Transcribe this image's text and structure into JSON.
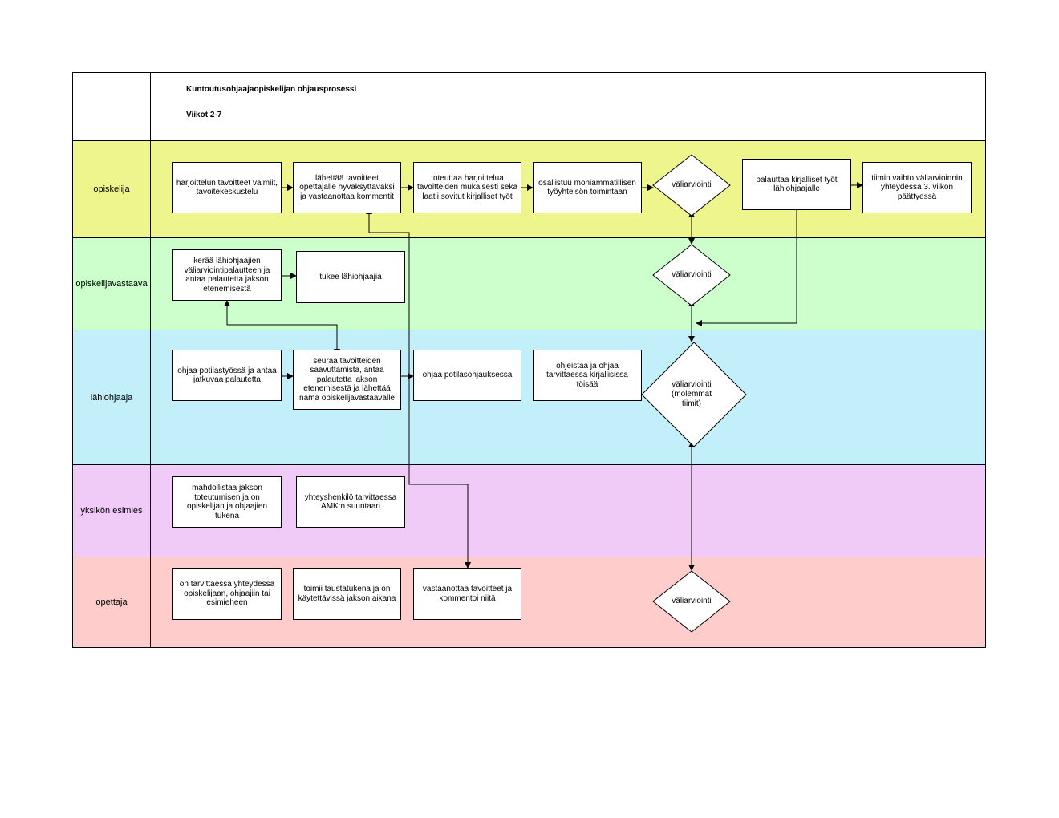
{
  "diagram": {
    "title": "Kuntoutusohjaajaopiskelijan ohjausprosessi",
    "subtitle": "Viikot 2-7",
    "lanes": [
      {
        "id": "opiskelija",
        "label": "opiskelija",
        "color": "#EEF58C"
      },
      {
        "id": "opiskelijavastaava",
        "label": "opiskelijavastaava",
        "color": "#CCFFCC"
      },
      {
        "id": "lahiohjaaja",
        "label": "lähiohjaaja",
        "color": "#C3EFFB"
      },
      {
        "id": "yksikon_esimies",
        "label": "yksikön esimies",
        "color": "#F1CBF8"
      },
      {
        "id": "opettaja",
        "label": "opettaja",
        "color": "#FFCCCC"
      }
    ],
    "boxes": {
      "op1": "harjoittelun tavoitteet valmiit, tavoitekeskustelu",
      "op2": "lähettää tavoitteet opettajalle hyväksyttäväksi ja vastaanottaa kommentit",
      "op3": "toteuttaa harjoittelua tavoitteiden mukaisesti sekä laatii sovitut kirjalliset työt",
      "op4": "osallistuu moniammatillisen työyhteisön toimintaan",
      "op5": "palauttaa kirjalliset työt lähiohjaajalle",
      "op6": "tiimin vaihto väliarvioinnin yhteydessä 3. viikon päättyessä",
      "ov1": "kerää lähiohjaajien väliarviointipalautteen ja antaa palautetta jakson etenemisestä",
      "ov2": "tukee lähiohjaajia",
      "lo1": "ohjaa potilastyössä ja antaa jatkuvaa palautetta",
      "lo2": "seuraa tavoitteiden saavuttamista, antaa palautetta jakson etenemisestä ja lähettää nämä opiskelijavastaavalle",
      "lo3": "ohjaa potilasohjauksessa",
      "lo4": "ohjeistaa ja ohjaa tarvittaessa kirjallisissa töisää",
      "ye1": "mahdollistaa jakson toteutumisen ja on opiskelijan ja ohjaajien tukena",
      "ye2": "yhteyshenkilö tarvittaessa AMK:n suuntaan",
      "ot1": "on tarvittaessa yhteydessä opiskelijaan, ohjaajiin tai esimieheen",
      "ot2": "toimii taustatukena ja on käytettävissä jakson aikana",
      "ot3": "vastaanottaa tavoitteet ja kommentoi niitä"
    },
    "decisions": {
      "d_op": "väliarviointi",
      "d_ov": "väliarviointi",
      "d_lo": "väliarviointi (molemmat tiimit)",
      "d_ot": "väliarviointi"
    }
  }
}
